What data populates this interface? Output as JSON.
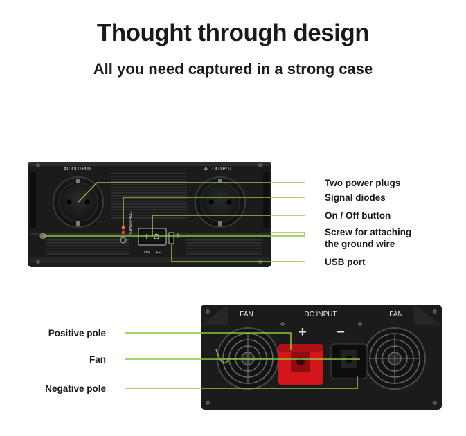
{
  "header": {
    "title": "Thought through design",
    "subtitle": "All you need captured in a strong case"
  },
  "front_panel": {
    "ac_output_left": "AC OUTPUT",
    "ac_output_right": "AC OUTPUT",
    "power_text": "POWER/FAULT",
    "switch_on": "ON",
    "switch_off": "OFF",
    "usb_text": "USB",
    "callouts": [
      "Two power plugs",
      "Signal diodes",
      "On / Off button",
      "Screw for attaching the ground wire",
      "USB port"
    ],
    "callout_lines": {
      "screw_line1": "Screw for attaching",
      "screw_line2": "the ground wire"
    }
  },
  "rear_panel": {
    "fan_left": "FAN",
    "fan_right": "FAN",
    "dc_input": "DC INPUT",
    "plus": "+",
    "minus": "−",
    "callouts": [
      "Positive pole",
      "Fan",
      "Negative pole"
    ]
  },
  "colors": {
    "accent_line": "#8cc63f",
    "device_body": "#1b1b1b",
    "positive_terminal": "#d4161c",
    "text": "#1a1a1a"
  }
}
